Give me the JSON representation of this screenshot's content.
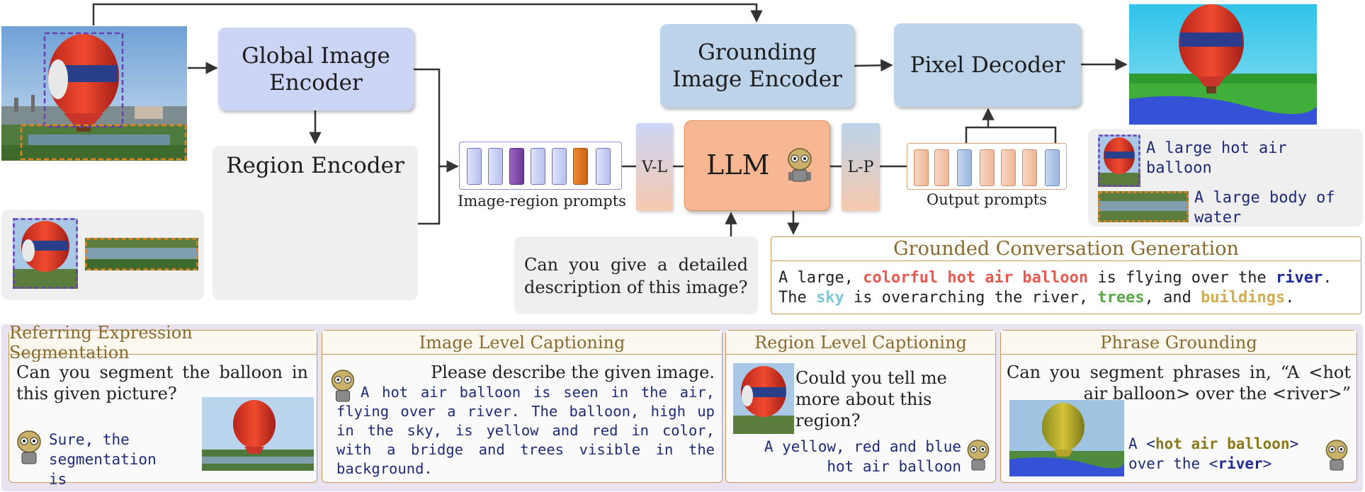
{
  "blocks": {
    "global_encoder": "Global Image\nEncoder",
    "grounding_encoder": "Grounding\nImage Encoder",
    "pixel_decoder": "Pixel Decoder",
    "region_encoder": "Region Encoder",
    "llm": "LLM",
    "vl": "V-L",
    "lp": "L-P"
  },
  "labels": {
    "image_region_prompts": "Image-region prompts",
    "output_prompts": "Output prompts"
  },
  "legend": {
    "item1": "A large hot air balloon",
    "item2": "A large body of water"
  },
  "question": "Can you give a detailed description of this image?",
  "gcg": {
    "title": "Grounded Conversation Generation",
    "line1": [
      {
        "t": "A large, ",
        "c": "#222222",
        "b": false
      },
      {
        "t": "colorful hot air balloon",
        "c": "#e8594f",
        "b": true
      },
      {
        "t": " is flying over the ",
        "c": "#222222",
        "b": false
      },
      {
        "t": "river",
        "c": "#1f2a9a",
        "b": true
      },
      {
        "t": ".",
        "c": "#222222",
        "b": false
      }
    ],
    "line2": [
      {
        "t": "The ",
        "c": "#222222",
        "b": false
      },
      {
        "t": "sky",
        "c": "#7cc7da",
        "b": true
      },
      {
        "t": " is overarching the river, ",
        "c": "#222222",
        "b": false
      },
      {
        "t": "trees",
        "c": "#5aa84a",
        "b": true
      },
      {
        "t": ", and ",
        "c": "#222222",
        "b": false
      },
      {
        "t": "buildings",
        "c": "#d3ad4c",
        "b": true
      },
      {
        "t": ".",
        "c": "#222222",
        "b": false
      }
    ]
  },
  "tasks": {
    "res": {
      "title": "Referring Expression Segmentation",
      "question": "Can you segment the balloon in this given picture?",
      "answer": "Sure, the segmentation is"
    },
    "ilc": {
      "title": "Image Level Captioning",
      "question": "Please describe the given image.",
      "answer": "A hot air balloon is seen in the air, flying over a river. The balloon, high up in the sky, is yellow and red in color, with a bridge and trees visible in the background."
    },
    "rlc": {
      "title": "Region Level Captioning",
      "question": "Could you tell me more about this region?",
      "answer": "A yellow, red and blue hot air balloon"
    },
    "pg": {
      "title": "Phrase Grounding",
      "question": "Can you segment phrases in, “A <hot air balloon> over the <river>”",
      "answer_parts": [
        {
          "t": "A <",
          "c": "#1f2a78",
          "b": false
        },
        {
          "t": "hot air balloon",
          "c": "#8a7a1a",
          "b": true
        },
        {
          "t": ">",
          "c": "#1f2a78",
          "b": false
        },
        {
          "t": "over the <",
          "c": "#1f2a78",
          "b": false
        },
        {
          "t": "river",
          "c": "#1f2a9a",
          "b": true
        },
        {
          "t": ">",
          "c": "#1f2a78",
          "b": false
        }
      ]
    }
  },
  "colors": {
    "encoder_blue": "#cdd5f6",
    "grounding_blue": "#bcd3ea",
    "llm_orange": "#f7b793",
    "task_border": "#c79a55",
    "task_bg": "#e9e3f1",
    "mask_purple": "#6b3fb3",
    "mask_orange": "#e88420"
  }
}
